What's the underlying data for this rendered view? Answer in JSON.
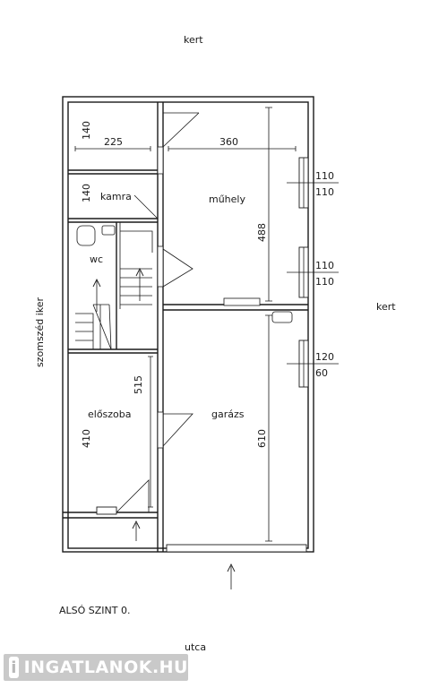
{
  "labels": {
    "kert_top": "kert",
    "kert_right": "kert",
    "szomszed": "szomszéd iker",
    "utca": "utca",
    "floor": "ALSÓ SZINT  0."
  },
  "rooms": {
    "kamra": "kamra",
    "wc": "wc",
    "eloszoba": "előszoba",
    "muhely": "műhely",
    "garazs": "garázs"
  },
  "dims": {
    "d140a": "140",
    "d225": "225",
    "d140b": "140",
    "d360": "360",
    "d488": "488",
    "d515": "515",
    "d410": "410",
    "d610": "610",
    "w1_top": "110",
    "w1_bot": "110",
    "w2_top": "110",
    "w2_bot": "110",
    "w3_top": "120",
    "w3_bot": "60"
  },
  "logo": {
    "mark": "i",
    "text": "INGATLANOK.HU"
  }
}
